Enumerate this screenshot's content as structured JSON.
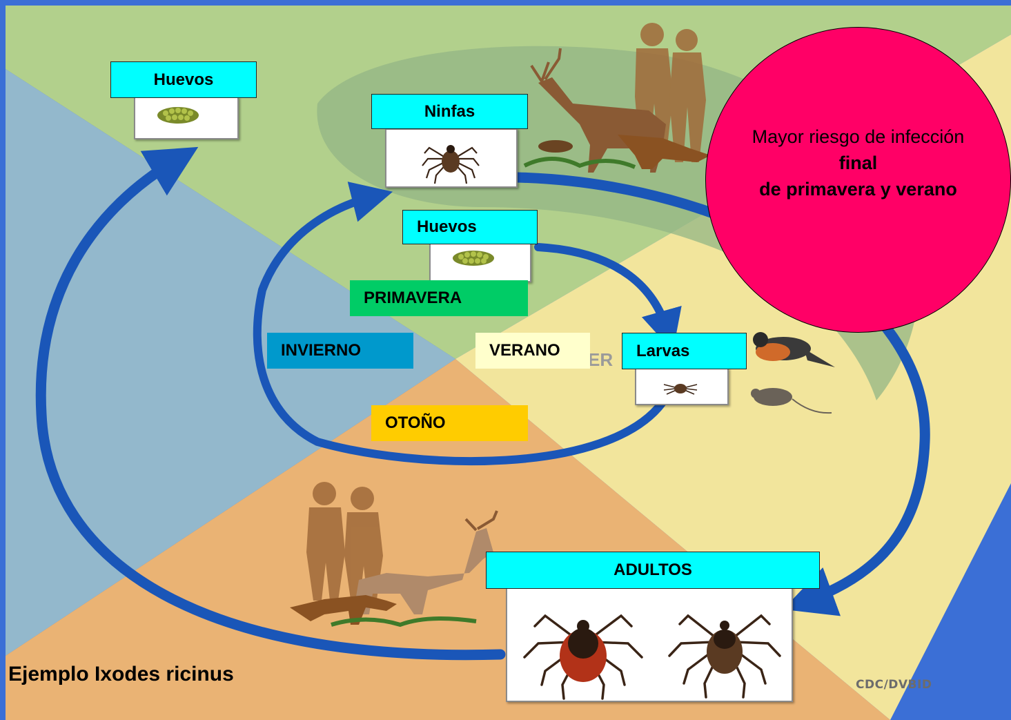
{
  "stages": {
    "eggs_outer": "Huevos",
    "nymphs": "Ninfas",
    "eggs_inner": "Huevos",
    "larvae": "Larvas",
    "adults": "ADULTOS"
  },
  "seasons": {
    "spring": "PRIMAVERA",
    "winter": "INVIERNO",
    "summer": "VERANO",
    "autumn": "OTOÑO"
  },
  "risk_note": {
    "line1": "Mayor riesgo de infección",
    "line2": "final",
    "line3": "de primavera y verano"
  },
  "caption": "Ejemplo Ixodes ricinus",
  "credit": "CDC/DVBID",
  "partial_background_text": "ER",
  "colors": {
    "label_cyan": "#00ffff",
    "spring": "#00cc66",
    "winter": "#0099cc",
    "summer": "#ffffcc",
    "autumn": "#ffcc00",
    "risk_circle": "#ff0066",
    "arrow": "#1a56b8",
    "winter_quadrant": "#93b8cc",
    "spring_quadrant": "#b2d08c",
    "summer_quadrant": "#f2e59c",
    "autumn_quadrant": "#eab374"
  }
}
